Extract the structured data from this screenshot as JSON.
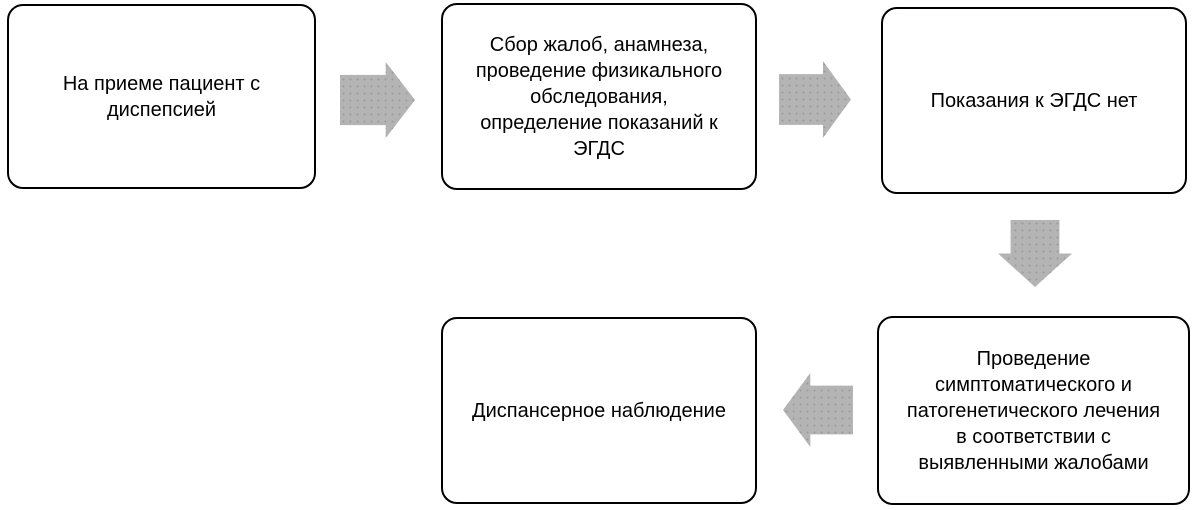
{
  "diagram": {
    "type": "flowchart",
    "language": "ru",
    "colors": {
      "background": "#ffffff",
      "box_fill": "#ffffff",
      "box_border": "#000000",
      "text": "#000000",
      "arrow_fill": "#b4b4b4",
      "arrow_dot": "#9b9b9b"
    },
    "nodes": [
      {
        "id": "n1",
        "label": "На приеме пациент с\nдиспепсией"
      },
      {
        "id": "n2",
        "label": "Сбор жалоб, анамнеза,\nпроведение физикального\nобследования,\nопределение показаний к\nЭГДС"
      },
      {
        "id": "n3",
        "label": "Показания к ЭГДС нет"
      },
      {
        "id": "n4",
        "label": "Проведение\nсимптоматического и\nпатогенетического лечения\nв соответствии с\nвыявленными жалобами"
      },
      {
        "id": "n5",
        "label": "Диспансерное наблюдение"
      }
    ],
    "arrows": [
      {
        "id": "a1",
        "direction": "right",
        "from": "n1",
        "to": "n2"
      },
      {
        "id": "a2",
        "direction": "right",
        "from": "n2",
        "to": "n3"
      },
      {
        "id": "a3",
        "direction": "down",
        "from": "n3",
        "to": "n4"
      },
      {
        "id": "a4",
        "direction": "left",
        "from": "n4",
        "to": "n5"
      }
    ]
  }
}
